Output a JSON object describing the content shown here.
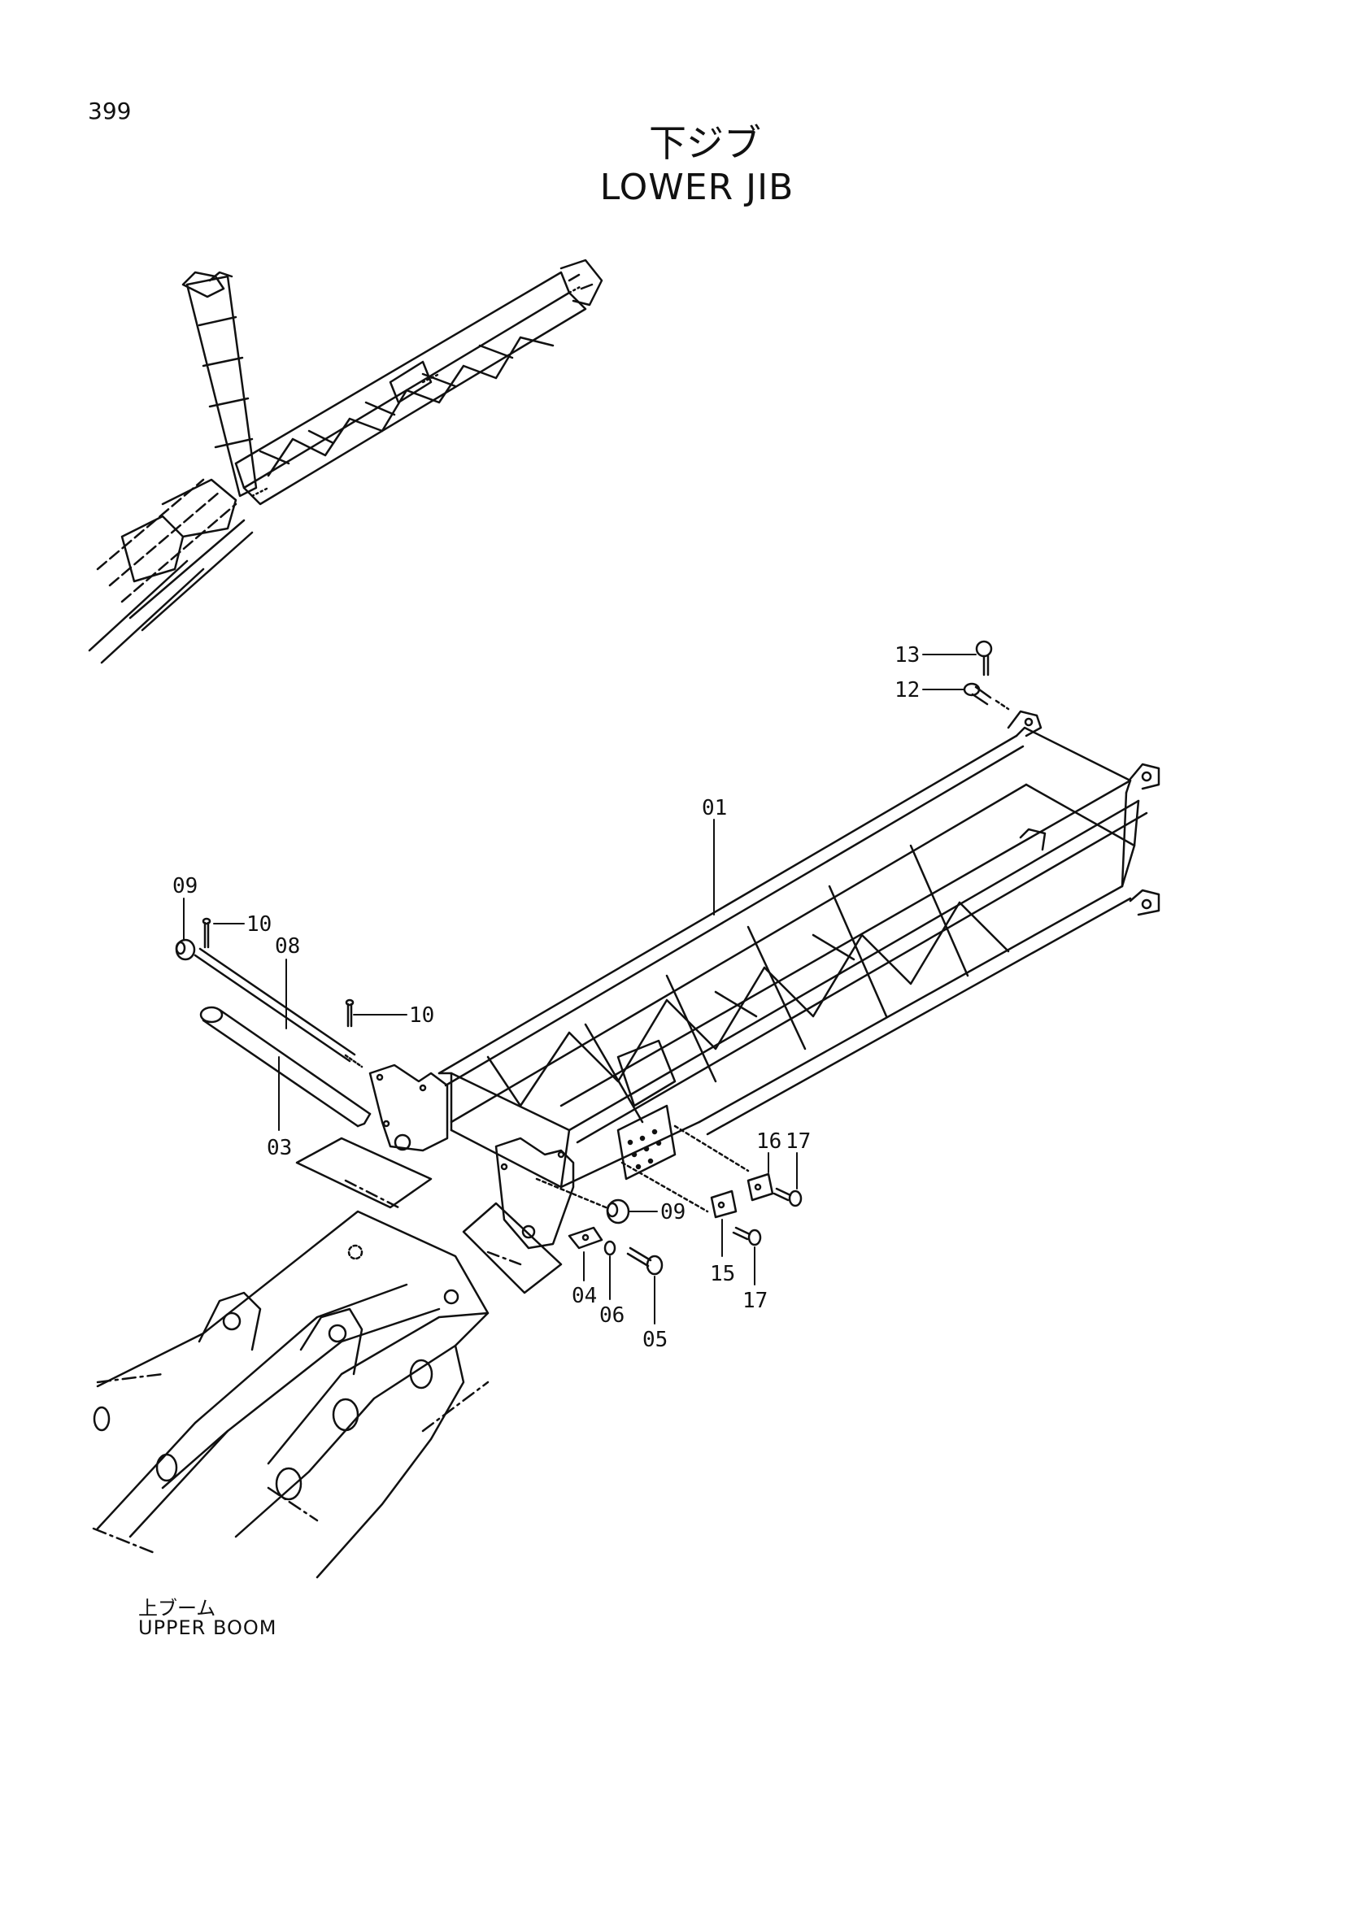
{
  "page_number": "399",
  "title": {
    "japanese": "下ジブ",
    "english": "LOWER JIB"
  },
  "reference_label": {
    "japanese": "上ブーム",
    "english": "UPPER BOOM"
  },
  "callouts": {
    "c13": "13",
    "c12": "12",
    "c01": "01",
    "c09a": "09",
    "c10a": "10",
    "c08": "08",
    "c10b": "10",
    "c03": "03",
    "c16": "16",
    "c17a": "17",
    "c09b": "09",
    "c15": "15",
    "c17b": "17",
    "c04": "04",
    "c06": "06",
    "c05": "05"
  }
}
